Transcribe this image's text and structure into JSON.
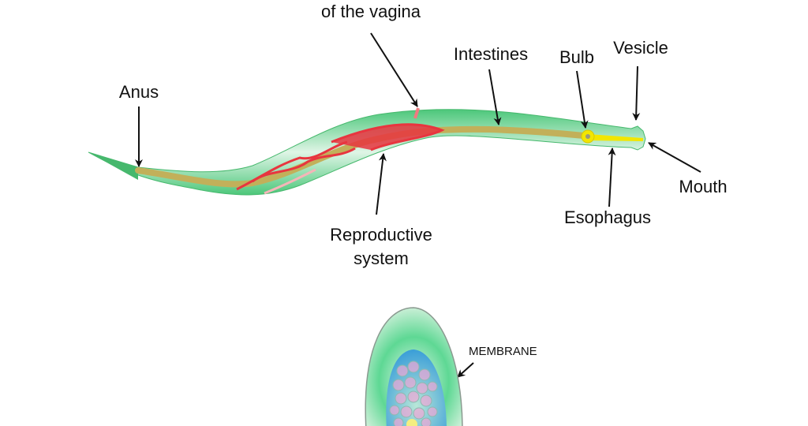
{
  "labels": {
    "vagina": "of the vagina",
    "intestines": "Intestines",
    "bulb": "Bulb",
    "vesicle": "Vesicle",
    "anus": "Anus",
    "mouth": "Mouth",
    "esophagus": "Esophagus",
    "reproductive_1": "Reproductive",
    "reproductive_2": "system",
    "membrane": "MEMBRANE"
  },
  "colors": {
    "body": "#5fcf8a",
    "intestine": "#c2b05a",
    "reproductive": "#e8353f",
    "esophagus": "#f2e600"
  }
}
